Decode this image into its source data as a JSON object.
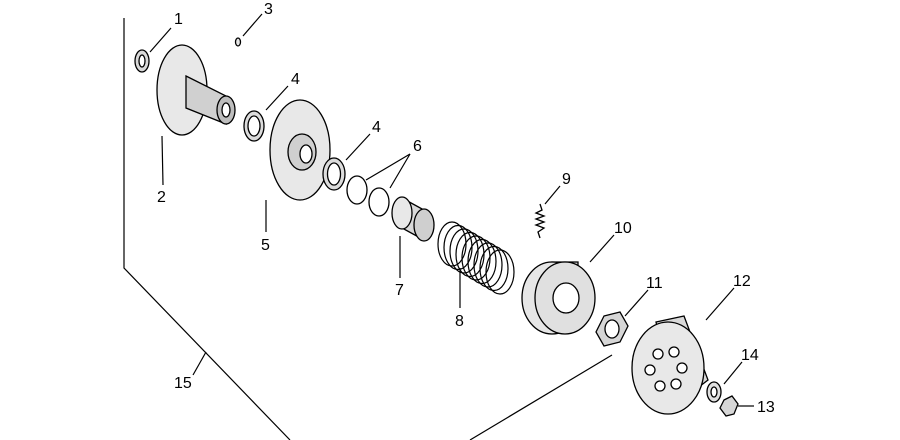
{
  "diagram": {
    "callouts": [
      {
        "id": "c1",
        "text": "1"
      },
      {
        "id": "c2",
        "text": "2"
      },
      {
        "id": "c3",
        "text": "3"
      },
      {
        "id": "c4a",
        "text": "4"
      },
      {
        "id": "c4b",
        "text": "4"
      },
      {
        "id": "c5",
        "text": "5"
      },
      {
        "id": "c6",
        "text": "6"
      },
      {
        "id": "c7",
        "text": "7"
      },
      {
        "id": "c8",
        "text": "8"
      },
      {
        "id": "c9",
        "text": "9"
      },
      {
        "id": "c10",
        "text": "10"
      },
      {
        "id": "c11",
        "text": "11"
      },
      {
        "id": "c12",
        "text": "12"
      },
      {
        "id": "c13",
        "text": "13"
      },
      {
        "id": "c14",
        "text": "14"
      },
      {
        "id": "c15",
        "text": "15"
      }
    ]
  }
}
